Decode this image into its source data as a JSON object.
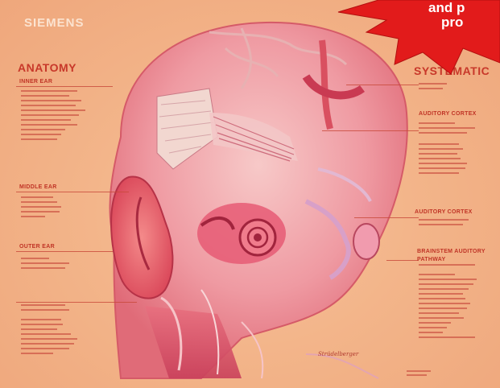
{
  "poster": {
    "brand": "SIEMENS",
    "heading_left": "ANATOMY",
    "heading_right": "SYSTEMATIC",
    "left_sections": [
      "INNER EAR",
      "MIDDLE EAR",
      "OUTER EAR"
    ],
    "right_sections": [
      "AUDITORY CORTEX",
      "AUDITORY CORTEX",
      "BRAINSTEM AUDITORY PATHWAY"
    ],
    "signature": "Strüdelberger"
  },
  "overlay_banner": {
    "line1": "and p",
    "line2": "pro"
  },
  "colors": {
    "background": "#f3b58a",
    "label_red": "#c8382a",
    "burst_red": "#e21b1b"
  }
}
